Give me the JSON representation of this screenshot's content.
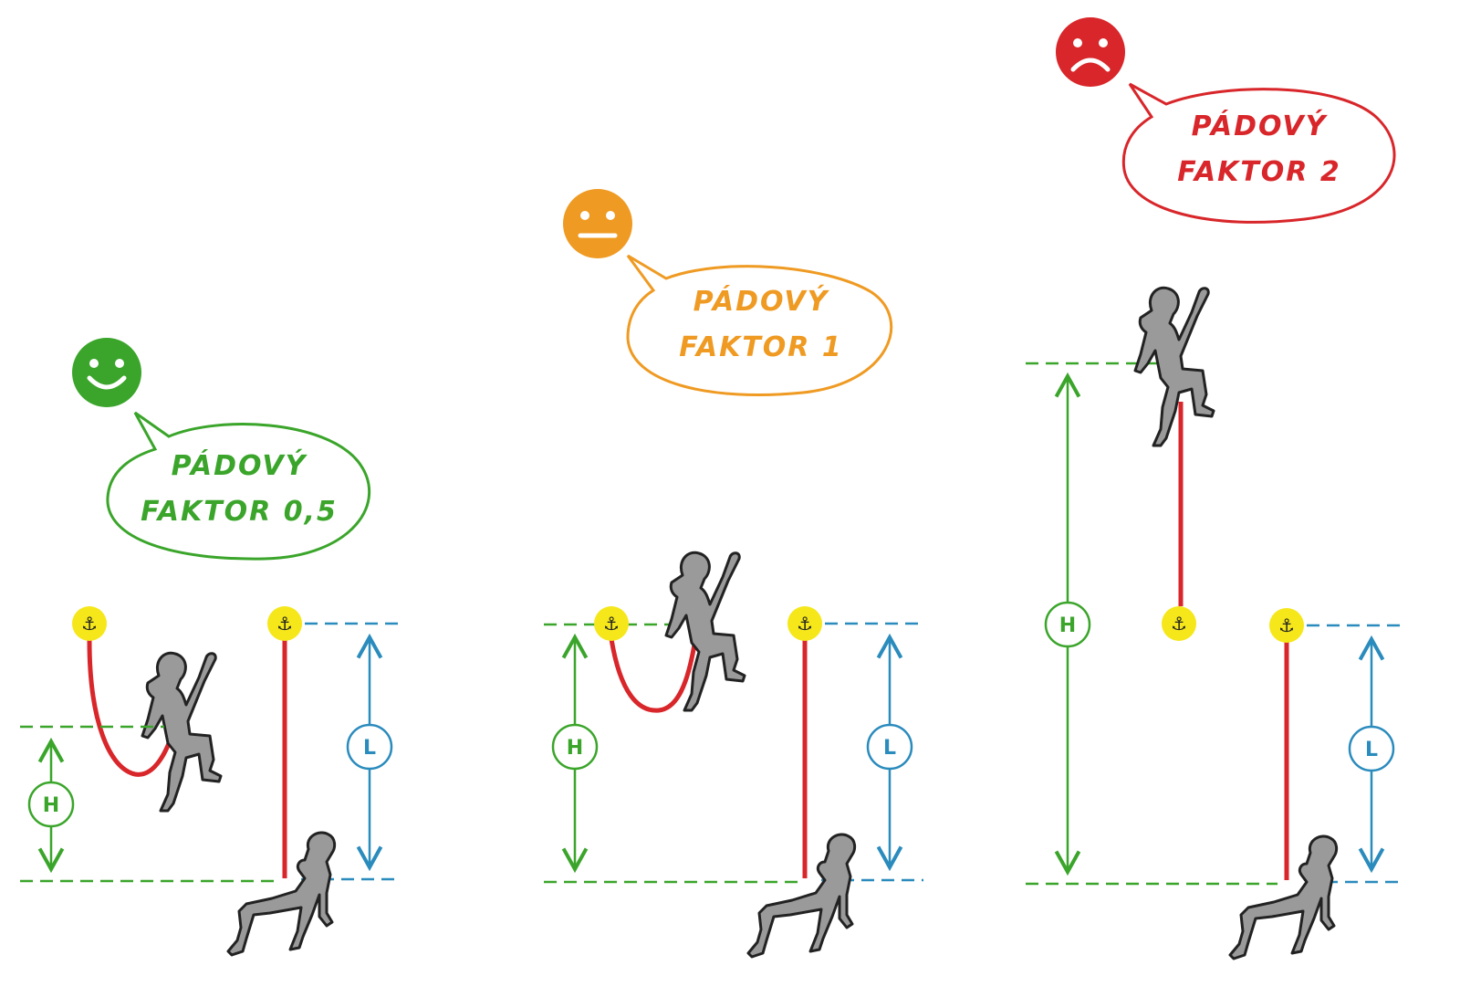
{
  "colors": {
    "green": "#3aa52a",
    "orange": "#ef9a22",
    "red": "#d8262a",
    "blue": "#2a8bbd",
    "anchor_yellow": "#f5e71a",
    "climber_gray": "#9a9a9a"
  },
  "panels": [
    {
      "mood": "happy",
      "color_key": "green",
      "bubble_line1": "PÁDOVÝ",
      "bubble_line2": "FAKTOR 0,5",
      "fall_label": "H",
      "rope_label": "L",
      "anchor_glyph": "⚓"
    },
    {
      "mood": "neutral",
      "color_key": "orange",
      "bubble_line1": "PÁDOVÝ",
      "bubble_line2": "FAKTOR 1",
      "fall_label": "H",
      "rope_label": "L",
      "anchor_glyph": "⚓"
    },
    {
      "mood": "sad",
      "color_key": "red",
      "bubble_line1": "PÁDOVÝ",
      "bubble_line2": "FAKTOR 2",
      "fall_label": "H",
      "rope_label": "L",
      "anchor_glyph": "⚓"
    }
  ]
}
